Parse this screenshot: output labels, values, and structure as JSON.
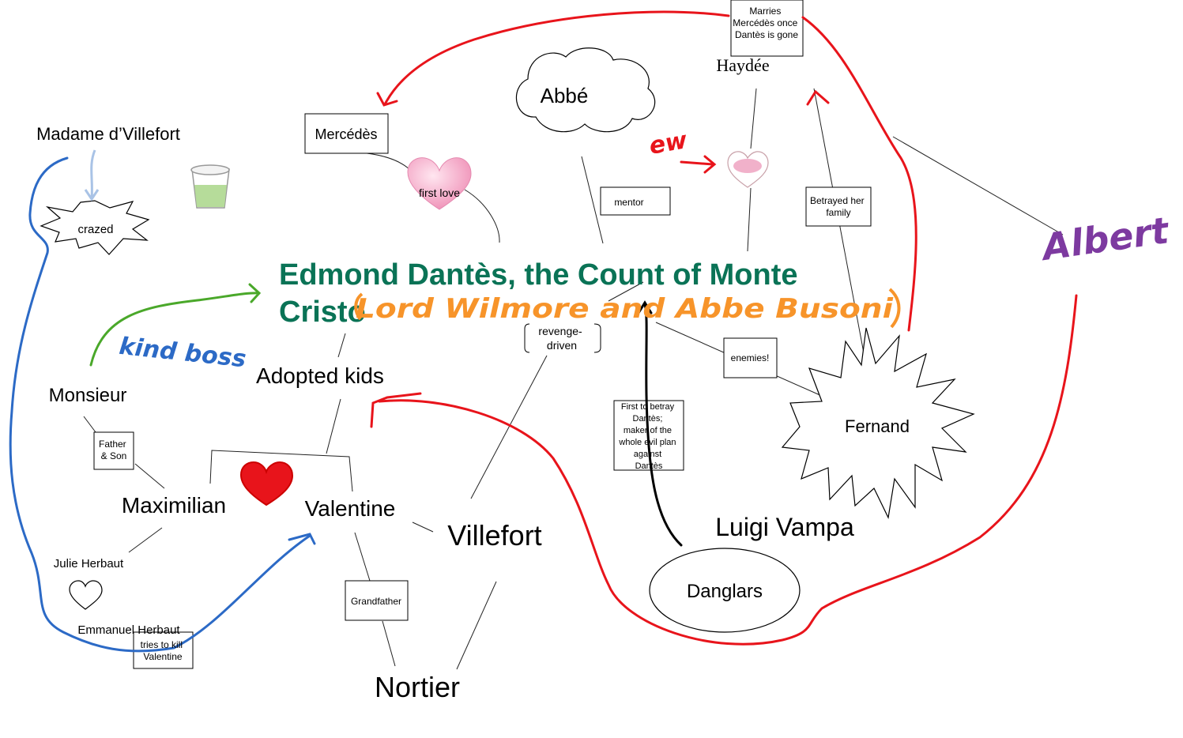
{
  "title_lines": [
    "Edmond Dantès, the Count of Monte",
    "Cristo"
  ],
  "aliases": "Lord Wilmore and Abbe Busoni",
  "nodes": {
    "mercedes": "Mercédès",
    "abbe": "Abbé",
    "haydee": "Haydée",
    "madame_villefort": "Madame d’Villefort",
    "crazed": "crazed",
    "first_love": "first love",
    "albert": "Albert",
    "monsieur": "Monsieur",
    "adopted_kids": "Adopted kids",
    "maximilian": "Maximilian",
    "valentine": "Valentine",
    "villefort": "Villefort",
    "luigi_vampa": "Luigi Vampa",
    "fernand": "Fernand",
    "danglars": "Danglars",
    "julie": "Julie Herbaut",
    "emmanuel": "Emmanuel Herbaut",
    "nortier": "Nortier"
  },
  "labels": {
    "marries": [
      "Marries",
      "Mercédès once",
      "Dantès is gone"
    ],
    "mentor": "mentor",
    "betrayed": [
      "Betrayed her",
      "family"
    ],
    "revenge": [
      "revenge-",
      "driven"
    ],
    "enemies": "enemies!",
    "first_betray": [
      "First to betray",
      "Dantès;",
      "maker of the",
      "whole evil plan",
      "against",
      "Dantès"
    ],
    "father_son": [
      "Father",
      "& Son"
    ],
    "grandfather": "Grandfather",
    "tries_kill": [
      "tries to kill",
      "Valentine"
    ]
  },
  "annotations": {
    "ew": "ew",
    "kind_boss": "kind boss"
  },
  "colors": {
    "title": "#0a7356",
    "alias": "#f7942a",
    "red": "#e8141b",
    "blue": "#2c6ac6",
    "green": "#4aa82a",
    "purple": "#7d3aa0",
    "light_blue": "#a9c3e6",
    "pink": "#f5a8c8"
  }
}
